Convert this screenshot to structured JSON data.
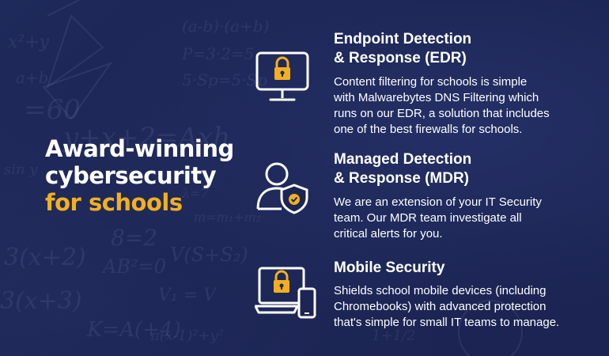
{
  "headline": {
    "line1": "Award-winning",
    "line2": "cybersecurity",
    "line3": "for schools"
  },
  "features": [
    {
      "icon": "monitor-lock-icon",
      "title": "Endpoint Detection\n& Response (EDR)",
      "description": "Content filtering for schools is simple\nwith Malwarebytes DNS Filtering which\nruns on our EDR, a solution that includes\none of the best firewalls for schools."
    },
    {
      "icon": "user-shield-icon",
      "title": "Managed Detection\n& Response (MDR)",
      "description": "We are an extension of your IT Security\nteam. Our MDR team investigate all\ncritical alerts for you."
    },
    {
      "icon": "laptop-phone-lock-icon",
      "title": "Mobile Security",
      "description": "Shields school mobile devices (including\nChromebooks) with advanced protection\nthat's simple for small IT teams to manage."
    }
  ],
  "colors": {
    "background": "#1c2553",
    "accent": "#f2b01e",
    "text": "#ffffff"
  }
}
